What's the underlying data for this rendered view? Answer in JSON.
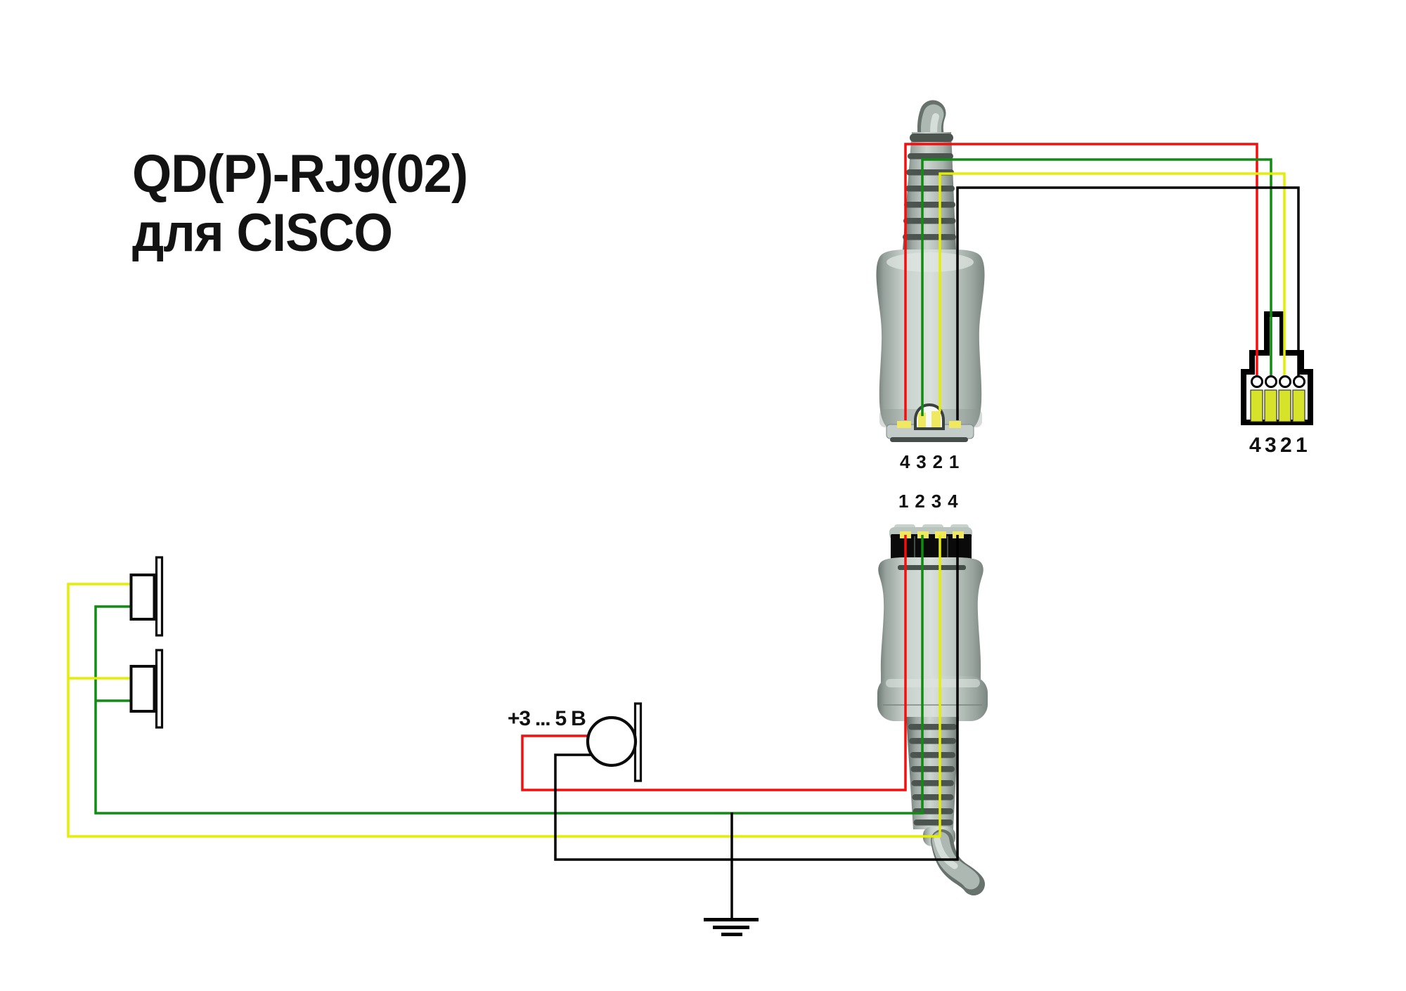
{
  "title": {
    "line1": "QD(P)-RJ9(02)",
    "line2": "для CISCO"
  },
  "labels": {
    "qd_top_pins": "4 3 2 1",
    "qd_bottom_pins": "1 2 3 4",
    "rj9_pins": "4 3 2 1",
    "mic_voltage": "+3 ... 5 В"
  },
  "colors": {
    "wire_red": "#f60d0d",
    "wire_green": "#0f8c12",
    "wire_yellow": "#e3ee00",
    "wire_black": "#000000",
    "rj9_pin_yellow": "#d7e32a",
    "qd_contact_yellow": "#f0e95f",
    "outline_black": "#000000"
  }
}
